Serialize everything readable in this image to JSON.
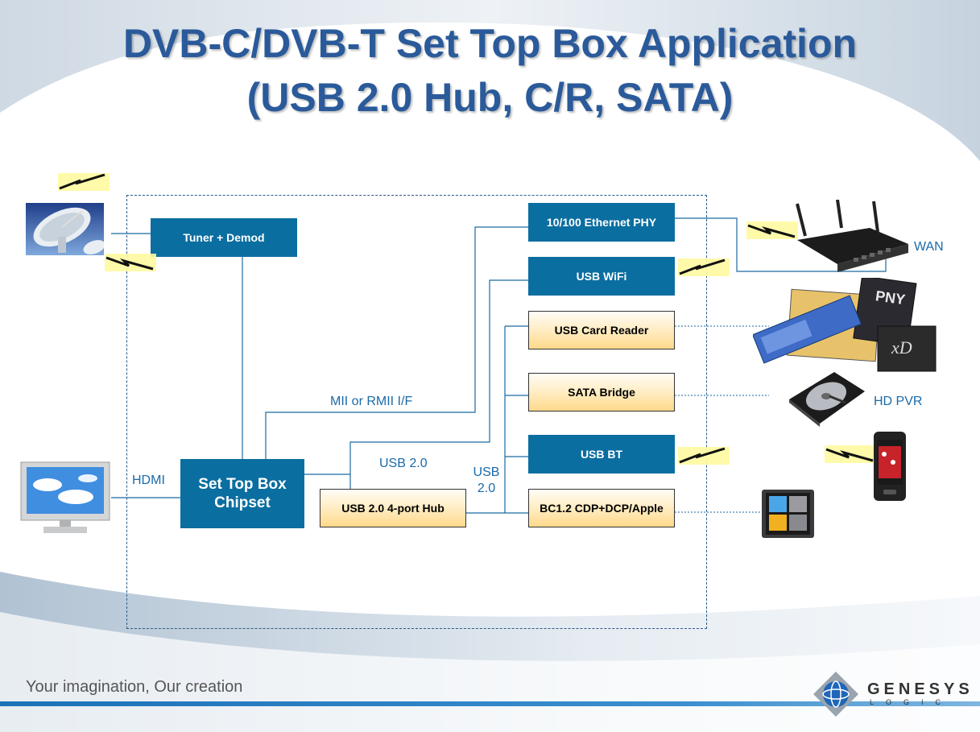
{
  "title": {
    "line1": "DVB-C/DVB-T Set Top Box Application",
    "line2": "(USB 2.0 Hub, C/R, SATA)"
  },
  "blocks": {
    "tuner": "Tuner + Demod",
    "stb_line1": "Set Top Box",
    "stb_line2": "Chipset",
    "hub": "USB 2.0 4-port Hub",
    "ethernet": "10/100 Ethernet PHY",
    "wifi": "USB WiFi",
    "card_reader": "USB Card Reader",
    "sata": "SATA Bridge",
    "bt": "USB BT",
    "charger": "BC1.2 CDP+DCP/Apple"
  },
  "labels": {
    "hdmi": "HDMI",
    "mii": "MII or RMII I/F",
    "usb20_a": "USB 2.0",
    "usb20_b_line1": "USB",
    "usb20_b_line2": "2.0",
    "wan": "WAN",
    "hd_pvr": "HD PVR"
  },
  "colors": {
    "title": "#2a5a9a",
    "blue_block": "#0b6ea0",
    "orange_block": "#ffd98a",
    "label": "#1a6aa8",
    "wire": "#1b6aa0"
  },
  "icons": [
    "satellite-dish-icon",
    "tv-icon",
    "router-icon",
    "memory-cards-icon",
    "hard-drive-icon",
    "phone-icon",
    "media-player-icon",
    "wireless-signal-icon",
    "genesys-logo-icon"
  ],
  "footer": {
    "slogan": "Your imagination, Our creation",
    "brand": "GENESYS",
    "brand_sub": "LOGIC"
  }
}
